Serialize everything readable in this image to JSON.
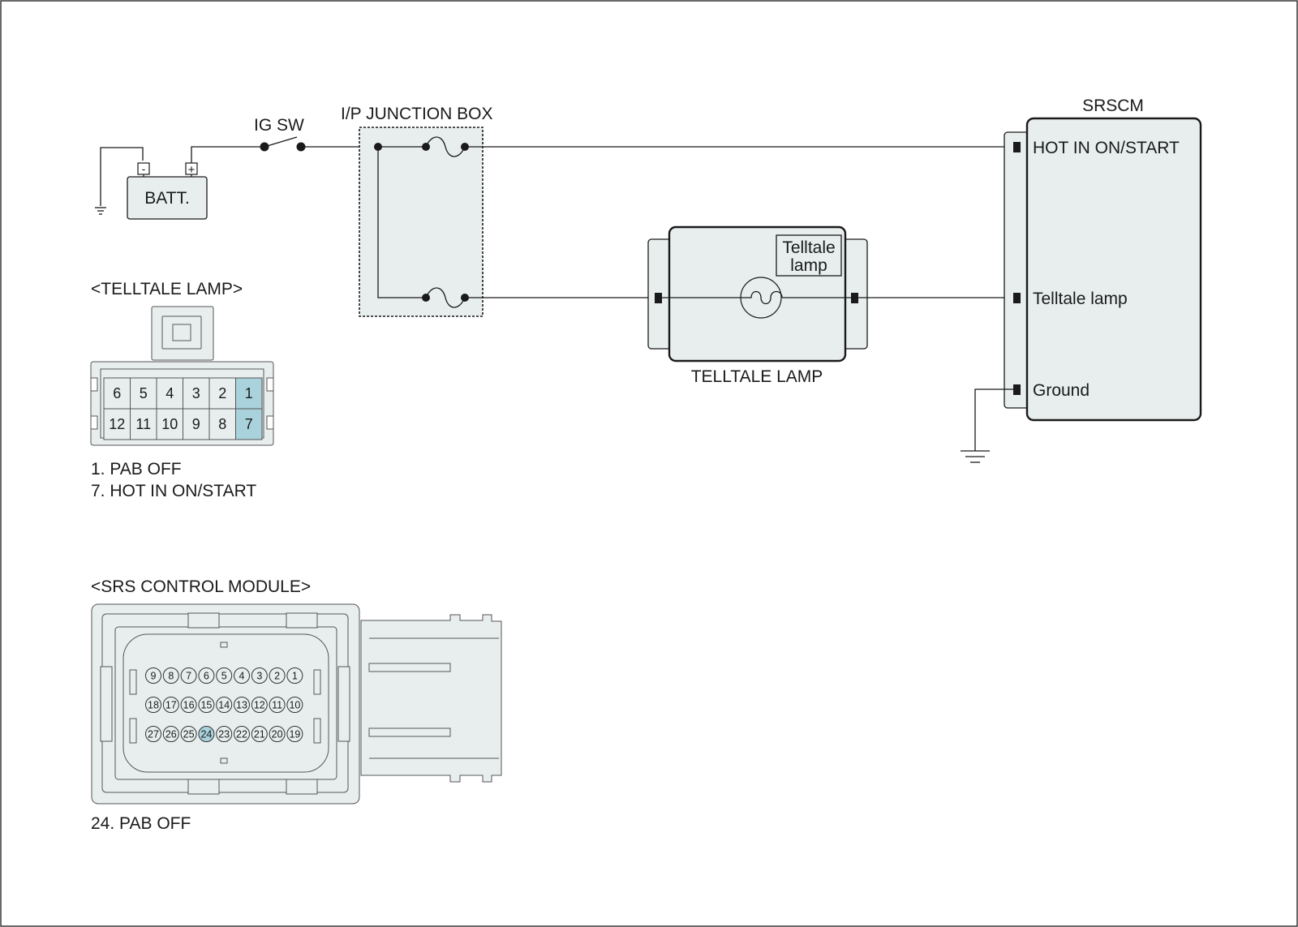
{
  "labels": {
    "ig_sw": "IG SW",
    "junction_box": "I/P JUNCTION BOX",
    "srscm": "SRSCM",
    "batt": "BATT.",
    "batt_minus": "-",
    "batt_plus": "+",
    "telltale_lamp_component": "TELLTALE LAMP",
    "telltale_inner_line1": "Telltale",
    "telltale_inner_line2": "lamp"
  },
  "srscm_pins": [
    "HOT IN ON/START",
    "Telltale lamp",
    "Ground"
  ],
  "telltale_connector": {
    "title": "<TELLTALE LAMP>",
    "row_top": [
      "6",
      "5",
      "4",
      "3",
      "2",
      "1"
    ],
    "row_bottom": [
      "12",
      "11",
      "10",
      "9",
      "8",
      "7"
    ],
    "highlighted": [
      "1",
      "7"
    ],
    "legend": [
      "1. PAB OFF",
      "7. HOT IN ON/START"
    ]
  },
  "srs_connector": {
    "title": "<SRS CONTROL MODULE>",
    "row1": [
      "9",
      "8",
      "7",
      "6",
      "5",
      "4",
      "3",
      "2",
      "1"
    ],
    "row2": [
      "18",
      "17",
      "16",
      "15",
      "14",
      "13",
      "12",
      "11",
      "10"
    ],
    "row3": [
      "27",
      "26",
      "25",
      "24",
      "23",
      "22",
      "21",
      "20",
      "19"
    ],
    "highlighted": [
      "24"
    ],
    "legend": [
      "24. PAB OFF"
    ]
  },
  "colors": {
    "wire": "#1a1a1a",
    "component_fill": "#e8eeee",
    "highlight": "#a9d2dc"
  }
}
